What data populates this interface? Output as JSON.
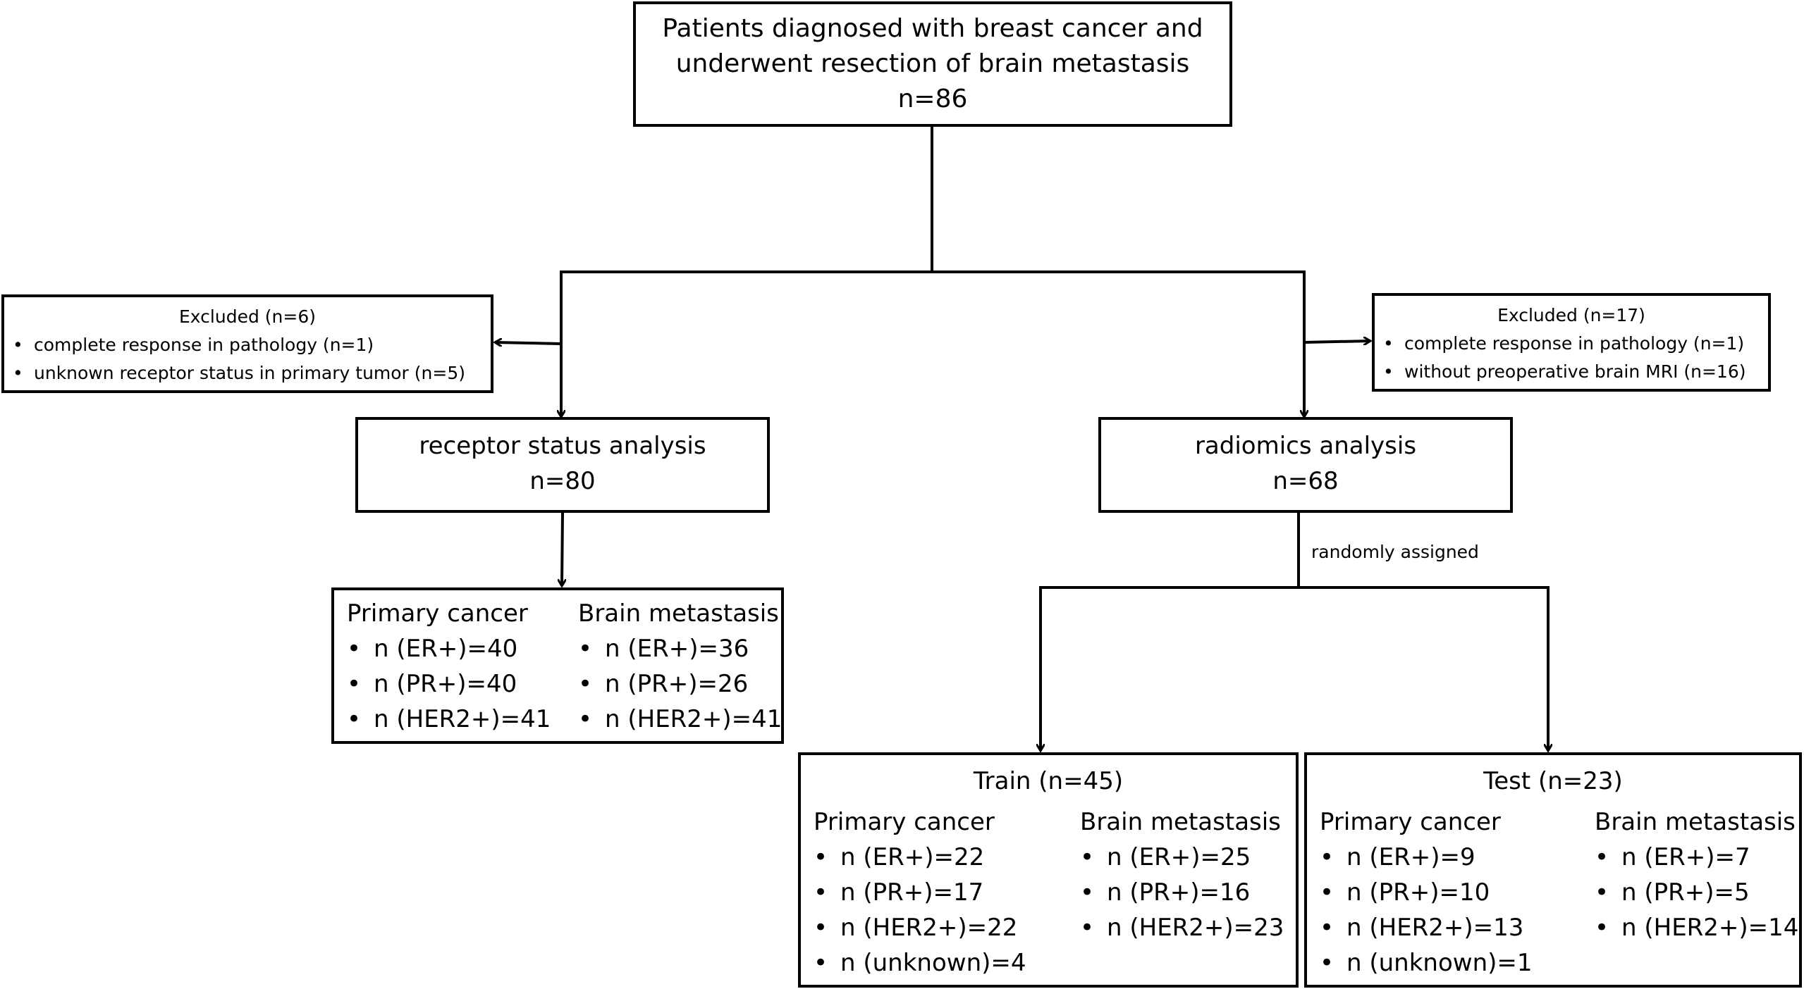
{
  "top": {
    "line1": "Patients diagnosed with breast cancer and",
    "line2": "underwent resection of brain metastasis",
    "n": "n=86"
  },
  "excluded_left": {
    "title": "Excluded (n=6)",
    "items": [
      "complete response in pathology (n=1)",
      "unknown receptor status in primary tumor (n=5)"
    ]
  },
  "excluded_right": {
    "title": "Excluded (n=17)",
    "items": [
      "complete response in pathology (n=1)",
      "without preoperative brain MRI (n=16)"
    ]
  },
  "receptor": {
    "title": "receptor status analysis",
    "n": "n=80"
  },
  "radiomics": {
    "title": "radiomics analysis",
    "n": "n=68"
  },
  "randomly_label": "randomly assigned",
  "receptor_results": {
    "primary": {
      "head": "Primary cancer",
      "items": [
        "n (ER+)=40",
        "n (PR+)=40",
        "n (HER2+)=41"
      ]
    },
    "brain": {
      "head": "Brain metastasis",
      "items": [
        "n (ER+)=36",
        "n (PR+)=26",
        "n (HER2+)=41"
      ]
    }
  },
  "train": {
    "title": "Train (n=45)",
    "primary": {
      "head": "Primary cancer",
      "items": [
        "n (ER+)=22",
        "n (PR+)=17",
        "n (HER2+)=22",
        "n (unknown)=4"
      ]
    },
    "brain": {
      "head": "Brain metastasis",
      "items": [
        "n (ER+)=25",
        "n (PR+)=16",
        "n (HER2+)=23"
      ]
    }
  },
  "test": {
    "title": "Test (n=23)",
    "primary": {
      "head": "Primary cancer",
      "items": [
        "n (ER+)=9",
        "n (PR+)=10",
        "n (HER2+)=13",
        "n (unknown)=1"
      ]
    },
    "brain": {
      "head": "Brain metastasis",
      "items": [
        "n (ER+)=7",
        "n (PR+)=5",
        "n (HER2+)=14"
      ]
    }
  }
}
